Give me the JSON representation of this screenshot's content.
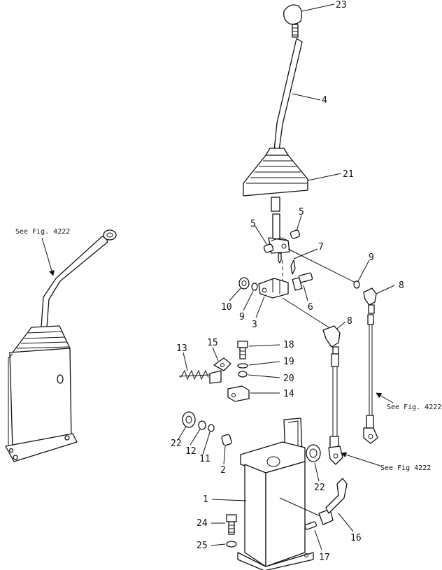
{
  "callouts": {
    "n1": "1",
    "n2": "2",
    "n3": "3",
    "n4": "4",
    "n5a": "5",
    "n5b": "5",
    "n6": "6",
    "n7": "7",
    "n8a": "8",
    "n8b": "8",
    "n9a": "9",
    "n9b": "9",
    "n10": "10",
    "n11": "11",
    "n12": "12",
    "n13": "13",
    "n14": "14",
    "n15": "15",
    "n16": "16",
    "n17": "17",
    "n18": "18",
    "n19": "19",
    "n20": "20",
    "n21": "21",
    "n22a": "22",
    "n22b": "22",
    "n23": "23",
    "n24": "24",
    "n25": "25"
  },
  "references": {
    "left_assembly": "See Fig. 4222",
    "right_rod": "See Fig. 4222",
    "right_lower": "See Fig 4222"
  }
}
